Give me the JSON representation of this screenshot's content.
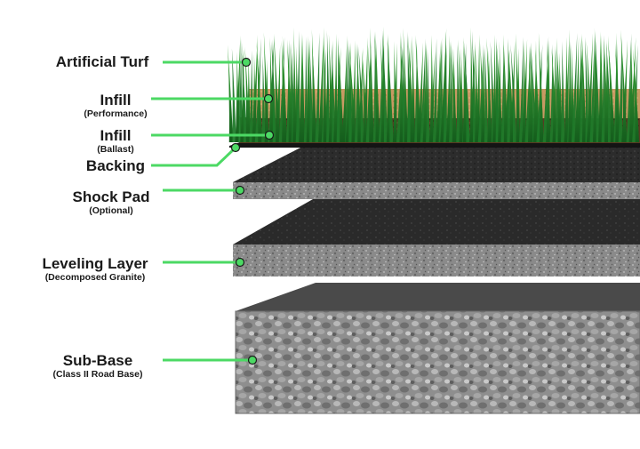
{
  "diagram": {
    "layers": [
      {
        "id": "artificial-turf",
        "label": "Artificial Turf",
        "sublabel": ""
      },
      {
        "id": "infill-performance",
        "label": "Infill",
        "sublabel": "(Performance)"
      },
      {
        "id": "infill-ballast",
        "label": "Infill",
        "sublabel": "(Ballast)"
      },
      {
        "id": "backing",
        "label": "Backing",
        "sublabel": ""
      },
      {
        "id": "shock-pad",
        "label": "Shock Pad",
        "sublabel": "(Optional)"
      },
      {
        "id": "leveling-layer",
        "label": "Leveling Layer",
        "sublabel": "(Decomposed Granite)"
      },
      {
        "id": "sub-base",
        "label": "Sub-Base",
        "sublabel": "(Class II Road Base)"
      }
    ],
    "colors": {
      "connector": "#4cd964",
      "turf": "#1f7a2a",
      "infill_performance": "#c89a63",
      "infill_ballast": "#5a3a22",
      "backing": "#1b1b1b",
      "shock_pad": "#2d2d2d",
      "leveling_layer": "#8c8c8c",
      "sub_base": "#9a9a9a"
    }
  }
}
